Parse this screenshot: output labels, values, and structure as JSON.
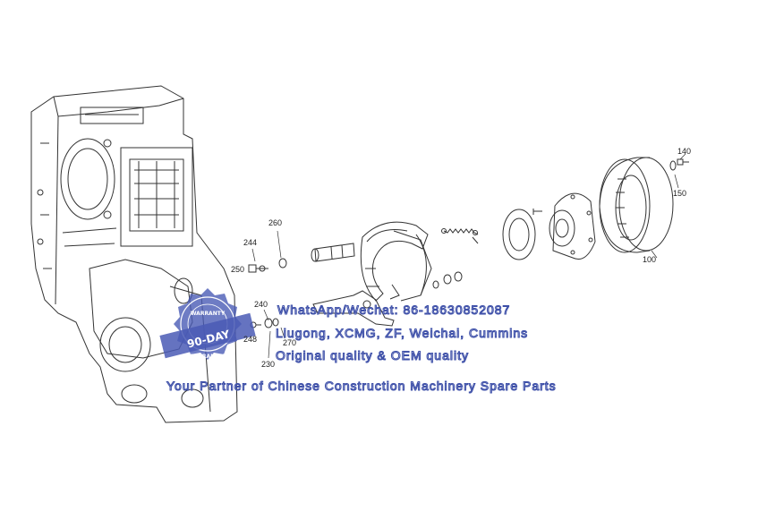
{
  "part_labels": {
    "p100": "100",
    "p140": "140",
    "p150": "150",
    "p230": "230",
    "p240": "240",
    "p244": "244",
    "p248": "248",
    "p250": "250",
    "p260": "260",
    "p270": "270"
  },
  "watermark": {
    "line1": "WhatsApp/Wechat: 86-18630852087",
    "line2": "Liugong, XCMG, ZF, Weichai, Cummins",
    "line3": "Original quality & OEM quality",
    "line4": "Your Partner of Chinese Construction Machinery Spare Parts"
  },
  "badge": {
    "top": "WARRANTY",
    "center": "90-DAY",
    "bottom": "GUARANTEE"
  },
  "colors": {
    "line": "#333333",
    "watermark_fill": "#ffffff",
    "watermark_stroke": "#3d4fa8",
    "badge": "#4a5bb5"
  }
}
